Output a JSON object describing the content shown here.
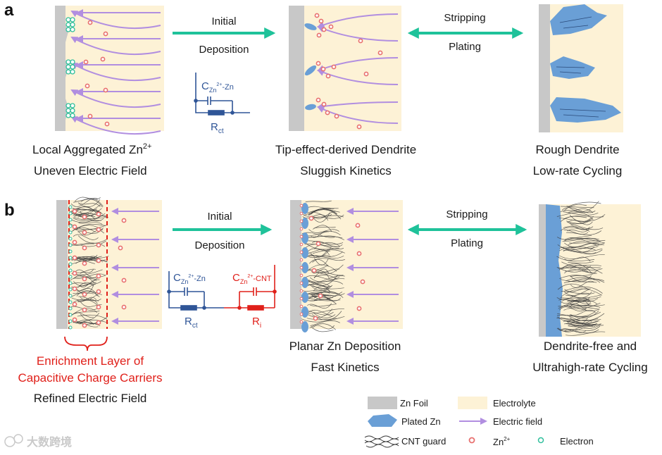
{
  "panels": {
    "a": {
      "label": "a",
      "arrow1_top": "Initial",
      "arrow1_bottom": "Deposition",
      "arrow2_top": "Stripping",
      "arrow2_bottom": "Plating",
      "circuit": {
        "cap": "C",
        "cap_sub": "Zn",
        "cap_sup": "2+",
        "cap_suffix": "-Zn",
        "res": "R",
        "res_sub": "ct"
      },
      "captions": {
        "left_1_main": "Local Aggregated Zn",
        "left_1_sup": "2+",
        "left_2": "Uneven Electric Field",
        "mid_1": "Tip-effect-derived  Dendrite",
        "mid_2": "Sluggish Kinetics",
        "right_1": "Rough Dendrite",
        "right_2": "Low-rate Cycling"
      }
    },
    "b": {
      "label": "b",
      "arrow1_top": "Initial",
      "arrow1_bottom": "Deposition",
      "arrow2_top": "Stripping",
      "arrow2_bottom": "Plating",
      "circuit": {
        "cap1": "C",
        "cap1_sub": "Zn",
        "cap1_sup": "2+",
        "cap1_suffix": "-Zn",
        "res1": "R",
        "res1_sub": "ct",
        "cap2": "C",
        "cap2_sub": "Zn",
        "cap2_sup": "2+",
        "cap2_suffix": "-CNT",
        "res2": "R",
        "res2_sub": "i"
      },
      "captions": {
        "left_1": "Enrichment Layer of",
        "left_2": "Capacitive Charge Carriers",
        "left_3": "Refined Electric Field",
        "mid_1": "Planar Zn Deposition",
        "mid_2": "Fast Kinetics",
        "right_1": "Dendrite-free and",
        "right_2": "Ultrahigh-rate Cycling"
      }
    }
  },
  "legend": {
    "zn_foil": "Zn Foil",
    "electrolyte": "Electrolyte",
    "plated_zn": "Plated Zn",
    "electric_field": "Electric field",
    "cnt_guard": "CNT guard",
    "zn_ion_main": "Zn",
    "zn_ion_sup": "2+",
    "electron": "Electron"
  },
  "watermark": "大数跨境",
  "colors": {
    "electrolyte": "#fdf2d6",
    "foil": "#c8c8c8",
    "teal_arrow": "#1fc29a",
    "field_arrow": "#b18ee0",
    "ion": "#e8706f",
    "plated": "#6a9fd6",
    "circuit_blue": "#2f5597",
    "circuit_red": "#e0201a",
    "electron": "#2fbf9c"
  }
}
